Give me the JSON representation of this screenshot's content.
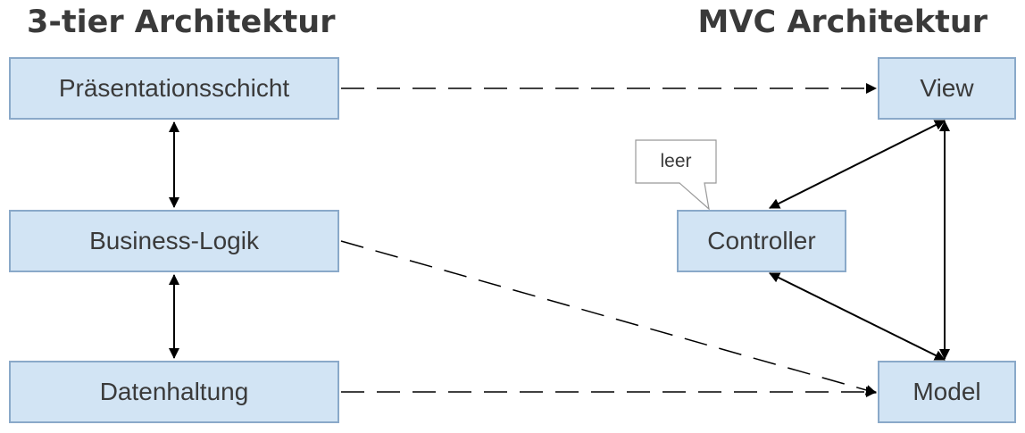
{
  "titles": {
    "left": "3-tier Architektur",
    "right": "MVC Architektur"
  },
  "three_tier": {
    "presentation": "Präsentationsschicht",
    "business": "Business-Logik",
    "data": "Datenhaltung"
  },
  "mvc": {
    "view": "View",
    "controller": "Controller",
    "model": "Model",
    "callout": "leer"
  },
  "colors": {
    "box_fill": "#d2e4f4",
    "box_border": "#8aa9c9",
    "text": "#3a3a3a",
    "line": "#000000"
  }
}
